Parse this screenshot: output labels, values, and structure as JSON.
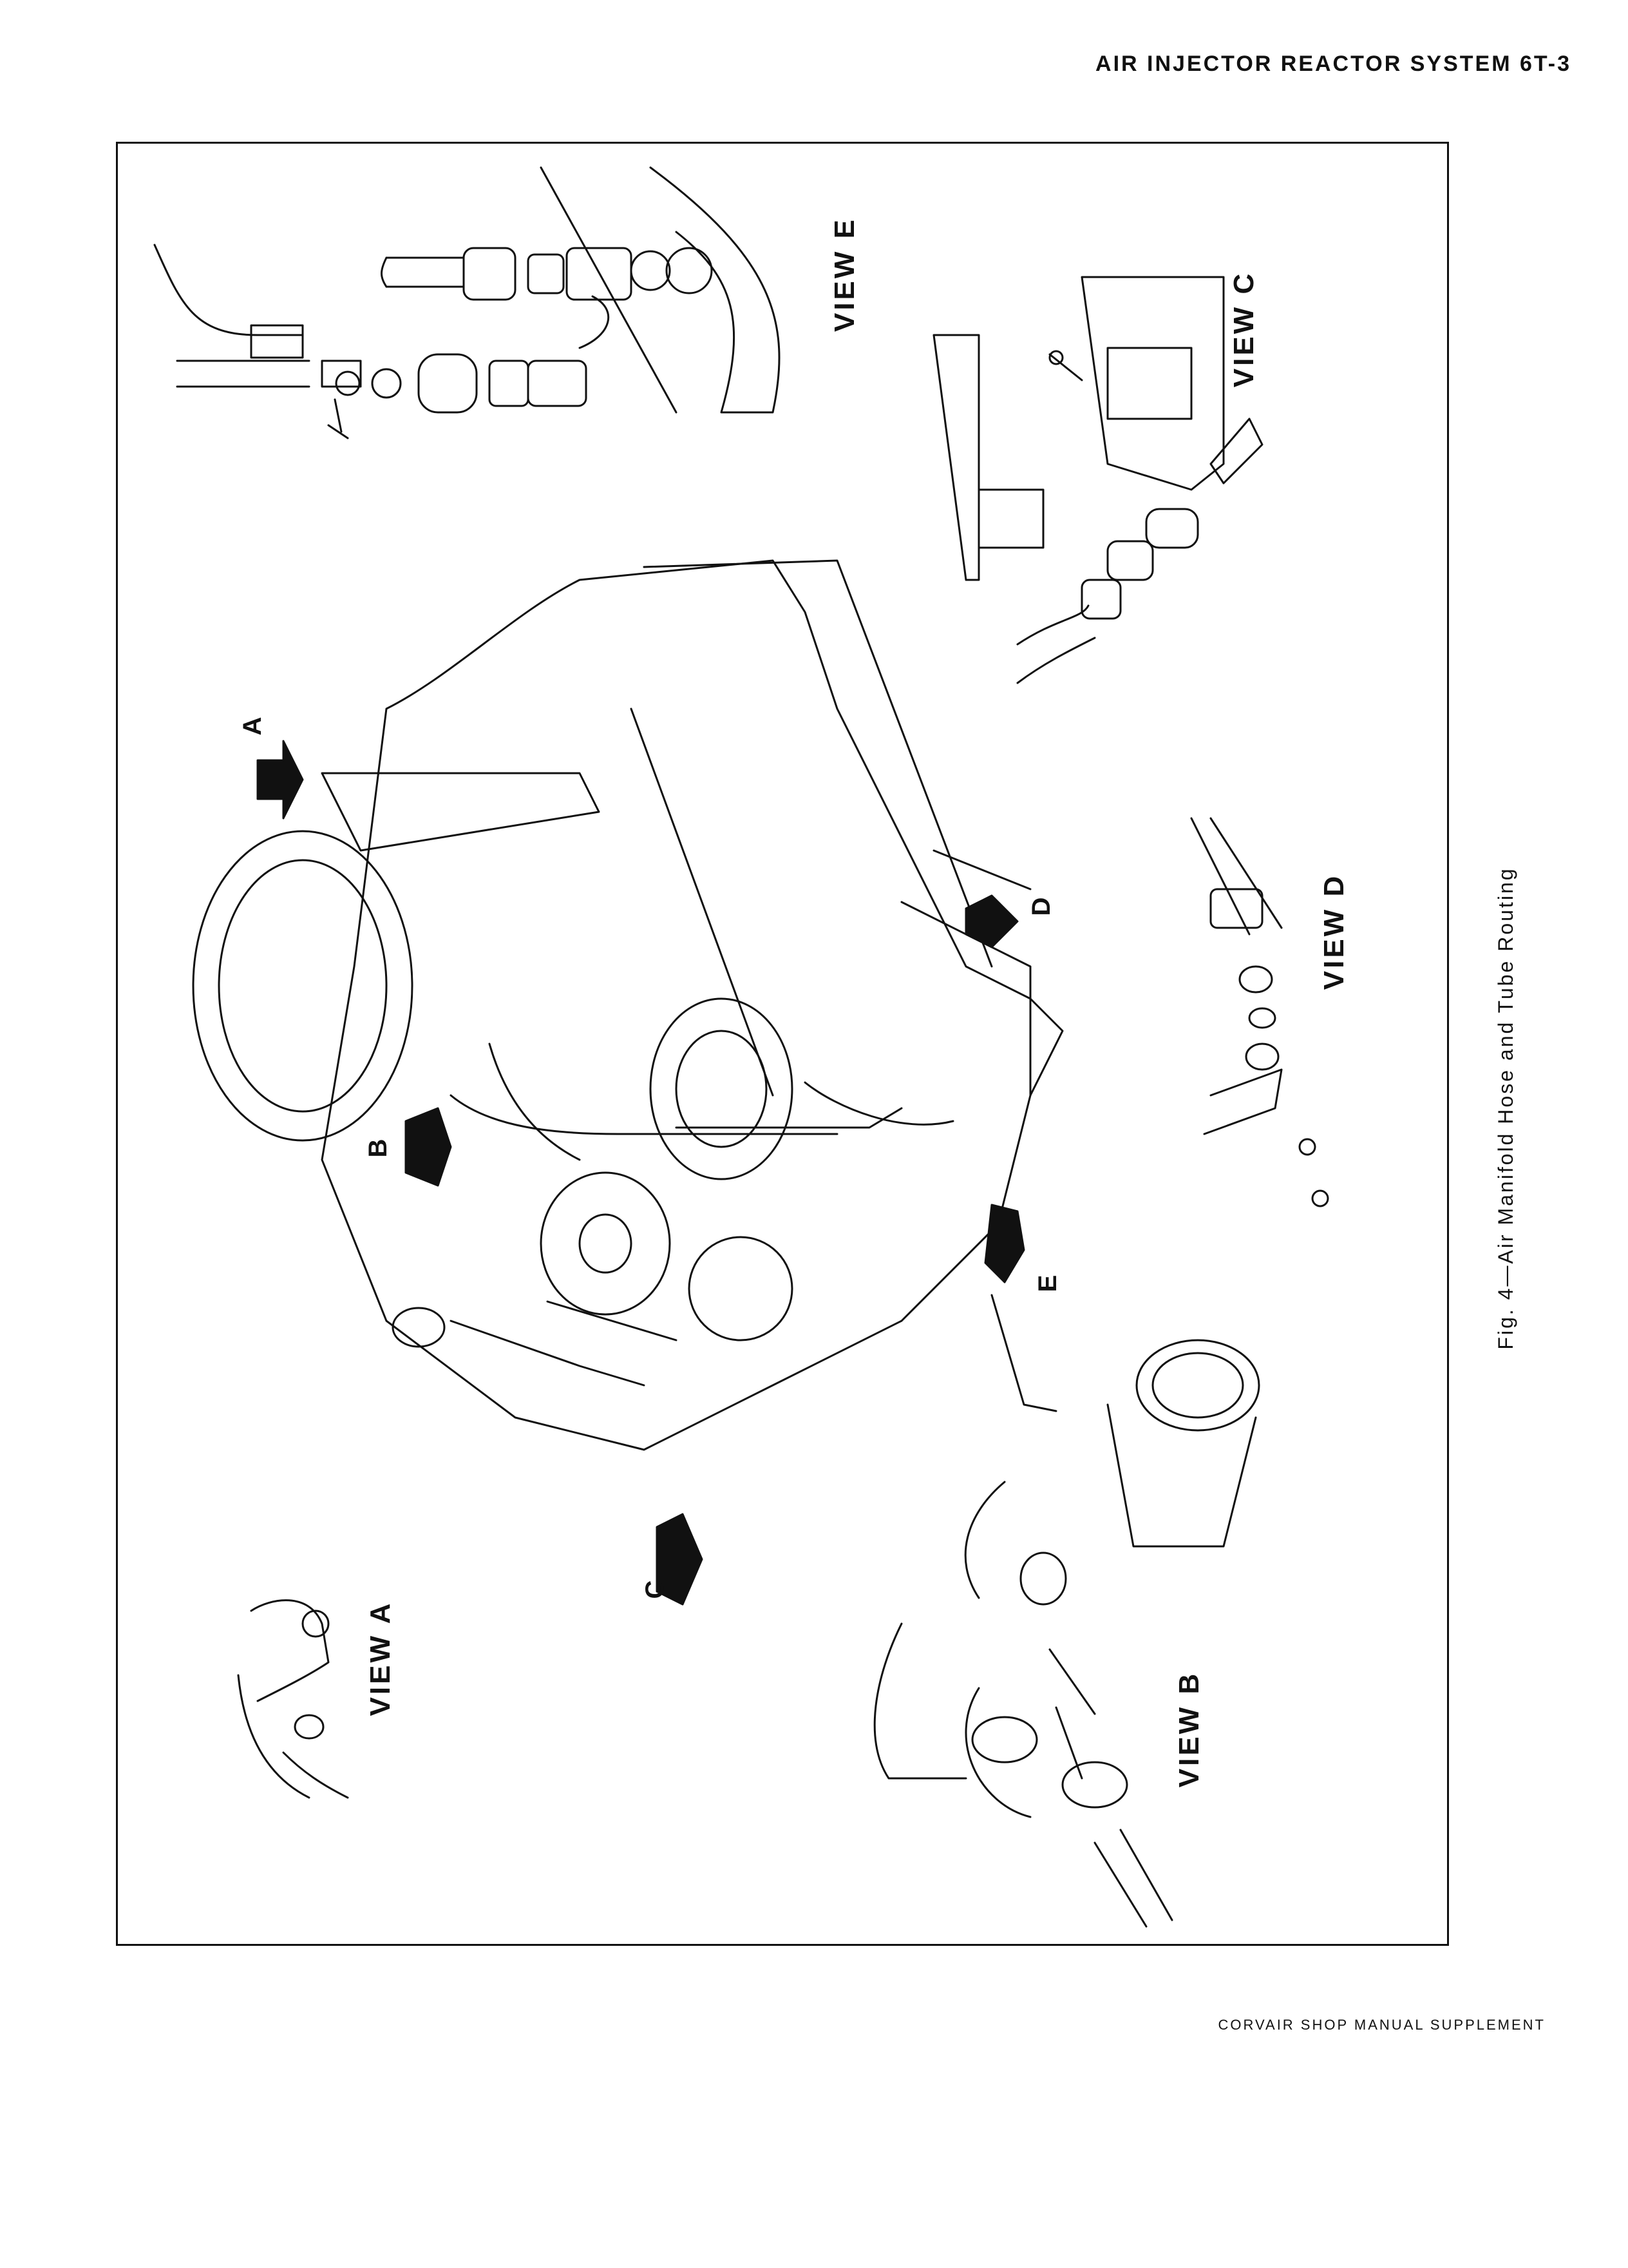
{
  "header": {
    "title": "AIR INJECTOR REACTOR SYSTEM 6T-3"
  },
  "figure": {
    "caption": "Fig. 4—Air Manifold Hose and Tube Routing",
    "views": {
      "a": "VIEW A",
      "b": "VIEW B",
      "c": "VIEW C",
      "d": "VIEW D",
      "e": "VIEW E"
    },
    "arrows": {
      "a": "A",
      "b": "B",
      "c": "C",
      "d": "D",
      "e": "E"
    }
  },
  "footer": {
    "text": "CORVAIR SHOP MANUAL SUPPLEMENT"
  }
}
